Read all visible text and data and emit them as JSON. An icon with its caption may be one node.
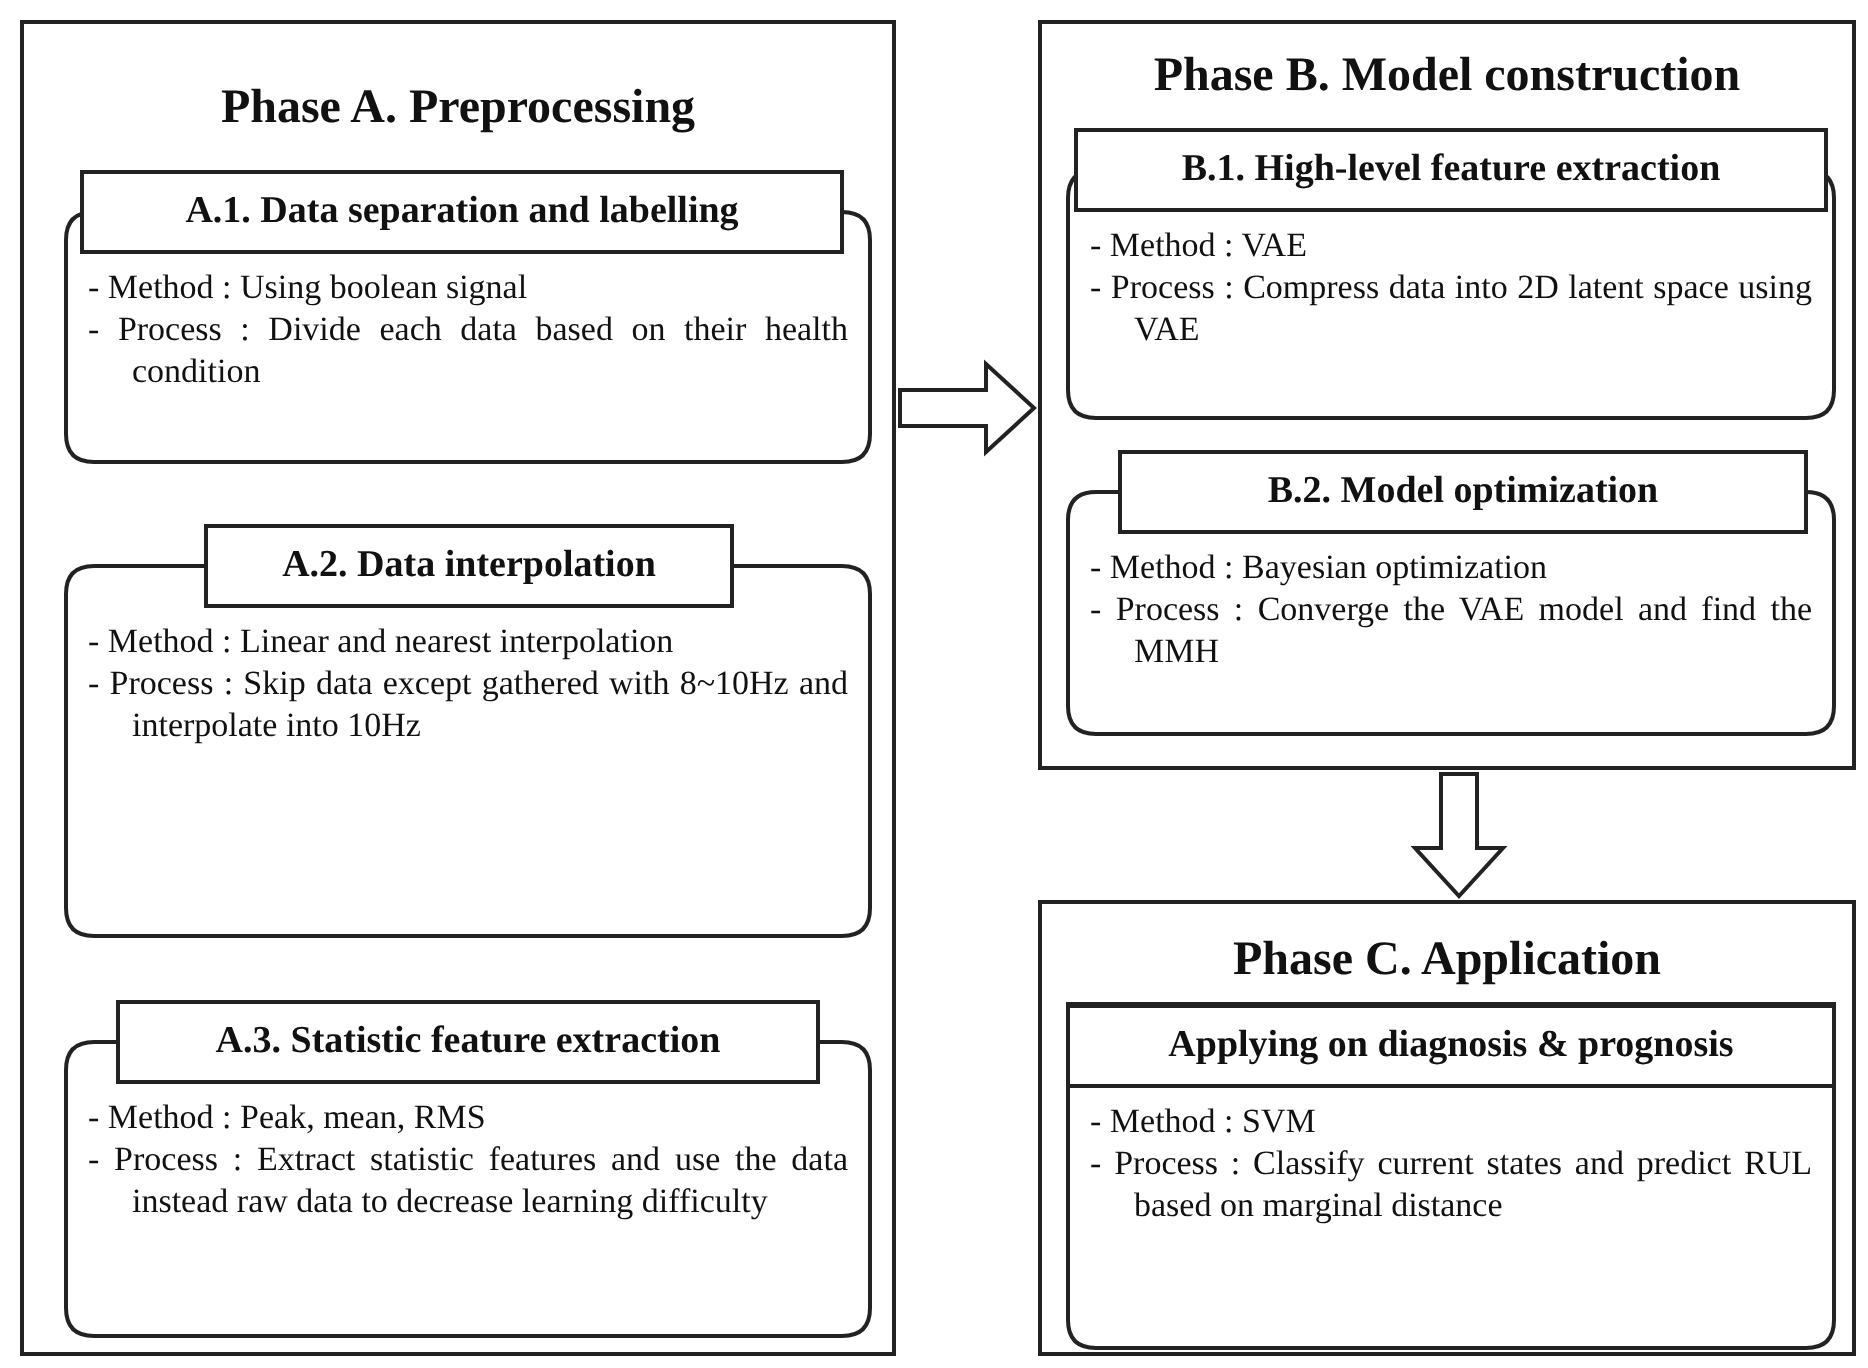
{
  "diagram": {
    "nodes": [
      {
        "text": [
          "Phase A. Preprocessing"
        ]
      },
      {
        "text": [
          "A.1. Data separation and labelling",
          "- Method : Using boolean signal",
          "- Process : Divide each data based on their health condition"
        ],
        "in": 0
      },
      {
        "text": [
          "A.2. Data interpolation",
          "- Method : Linear and nearest interpolation",
          "- Process : Skip data except gathered with 8~10Hz and interpolate into 10Hz"
        ],
        "in": 0
      },
      {
        "text": [
          "A.3. Statistic feature extraction",
          "- Method : Peak, mean, RMS",
          "- Process : Extract statistic features and use the data instead raw data to decrease learning difficulty"
        ],
        "in": 0
      },
      {
        "text": [
          "Phase B. Model construction"
        ]
      },
      {
        "text": [
          "B.1. High-level feature extraction",
          "- Method : VAE",
          "- Process : Compress data into 2D latent space using VAE"
        ],
        "in": 4
      },
      {
        "text": [
          "B.2. Model optimization",
          "- Method : Bayesian optimization",
          "- Process : Converge the VAE model and find the MMH"
        ],
        "in": 4
      },
      {
        "text": [
          "Phase C. Application"
        ]
      },
      {
        "text": [
          "Applying on diagnosis & prognosis",
          "- Method : SVM",
          "- Process : Classify current states and predict RUL based on marginal distance"
        ],
        "in": 7
      }
    ],
    "edges": [
      {
        "from": 0,
        "to": 4,
        "arrow": "to"
      },
      {
        "from": 4,
        "to": 7,
        "arrow": "to"
      }
    ]
  }
}
